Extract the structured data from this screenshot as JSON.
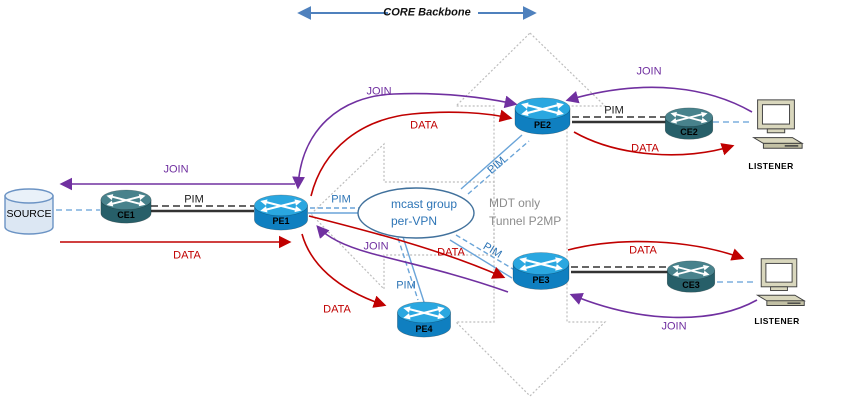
{
  "core": {
    "label": "CORE Backbone"
  },
  "nodes": {
    "source": "SOURCE",
    "ce1": "CE1",
    "pe1": "PE1",
    "pe2": "PE2",
    "pe3": "PE3",
    "pe4": "PE4",
    "ce2": "CE2",
    "ce3": "CE3",
    "listener_top": "LISTENER",
    "listener_bottom": "LISTENER"
  },
  "cloud": {
    "line1": "mcast group",
    "line2": "per-VPN"
  },
  "mdt": {
    "line1": "MDT only",
    "line2": "Tunnel P2MP"
  },
  "flows": [
    {
      "label": "JOIN",
      "path": "PE1 → SOURCE"
    },
    {
      "label": "JOIN",
      "path": "PE2 ↔ PE1"
    },
    {
      "label": "JOIN",
      "path": "LISTENER → PE2"
    },
    {
      "label": "JOIN",
      "path": "PE3 → PE1"
    },
    {
      "label": "JOIN",
      "path": "LISTENER → PE3"
    },
    {
      "label": "DATA",
      "path": "SOURCE → PE1"
    },
    {
      "label": "DATA",
      "path": "PE1 → PE2"
    },
    {
      "label": "DATA",
      "path": "PE1 → PE3"
    },
    {
      "label": "DATA",
      "path": "PE1 → PE4"
    },
    {
      "label": "DATA",
      "path": "PE2 → LISTENER"
    },
    {
      "label": "DATA",
      "path": "PE3 → LISTENER"
    },
    {
      "label": "PIM",
      "path": "CE1 – PE1"
    },
    {
      "label": "PIM",
      "path": "PE1 – mcast group"
    },
    {
      "label": "PIM",
      "path": "mcast group – PE2"
    },
    {
      "label": "PIM",
      "path": "mcast group – PE3"
    },
    {
      "label": "PIM",
      "path": "mcast group – PE4"
    },
    {
      "label": "PIM",
      "path": "PE2 – CE2"
    }
  ],
  "colors": {
    "join": "#7030a0",
    "data": "#c00000",
    "pim": "#2e75b6",
    "pim-light": "#6aa4d8",
    "core": "#4f81bd",
    "bg-arrow": "#bdbdbd",
    "link-dark": "#333333",
    "dashed-blue": "#9dc3e6",
    "cloud-stroke": "#41719c",
    "cloud-text": "#2e75b6",
    "mdt-text": "#8c8c8c",
    "pe-top": "#2aa7e0",
    "pe-side": "#0f7fc0",
    "ce-top": "#48828c",
    "ce-side": "#275f69",
    "beige": "#d9d7bd",
    "beige-dark": "#c2c0a4"
  }
}
